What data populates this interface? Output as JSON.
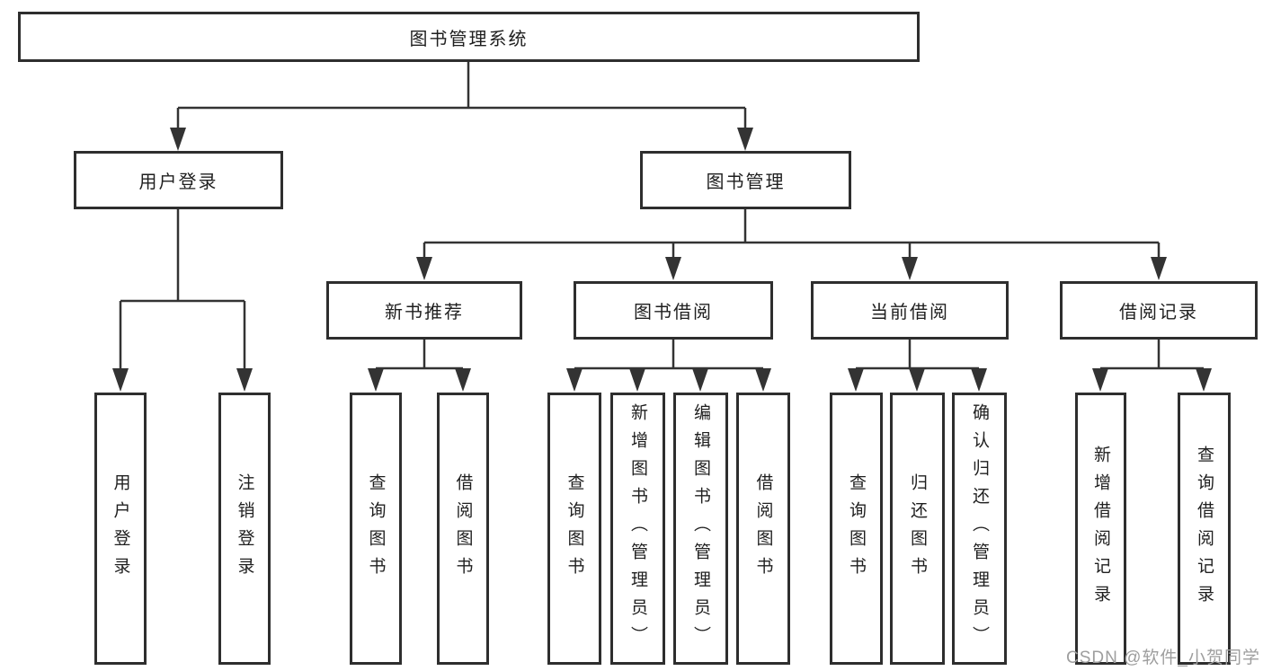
{
  "tree": {
    "root": "图书管理系统",
    "branches": [
      {
        "label": "用户登录",
        "children": [
          "用户登录",
          "注销登录"
        ]
      },
      {
        "label": "图书管理",
        "sections": [
          {
            "label": "新书推荐",
            "children": [
              "查询图书",
              "借阅图书"
            ]
          },
          {
            "label": "图书借阅",
            "children": [
              "查询图书",
              "新增图书（管理员）",
              "编辑图书（管理员）",
              "借阅图书"
            ]
          },
          {
            "label": "当前借阅",
            "children": [
              "查询图书",
              "归还图书",
              "确认归还（管理员）"
            ]
          },
          {
            "label": "借阅记录",
            "children": [
              "新增借阅记录",
              "查询借阅记录"
            ]
          }
        ]
      }
    ]
  },
  "watermark": "CSDN @软件_小贺同学",
  "colors": {
    "line": "#333333",
    "box_border": "#2e2e2e",
    "text": "#1f1f1f",
    "watermark": "#9e9e9e",
    "background": "#ffffff"
  }
}
